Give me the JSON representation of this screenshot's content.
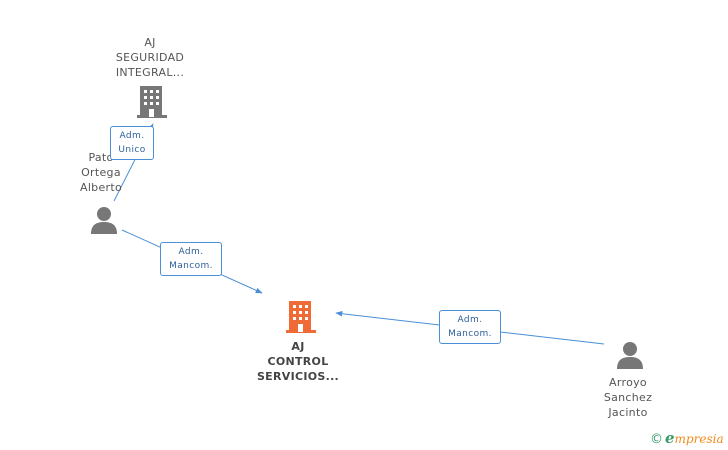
{
  "nodes": {
    "company_top": {
      "lines": [
        "AJ",
        "SEGURIDAD",
        "INTEGRAL..."
      ],
      "icon": "building-icon",
      "color": "#777777"
    },
    "person_pato": {
      "lines": [
        "Pato",
        "Ortega",
        "Alberto"
      ],
      "icon": "person-icon",
      "color": "#777777"
    },
    "company_center": {
      "lines": [
        "AJ",
        "CONTROL",
        "SERVICIOS..."
      ],
      "icon": "building-icon",
      "color": "#f06a35"
    },
    "person_arroyo": {
      "lines": [
        "Arroyo",
        "Sanchez",
        "Jacinto"
      ],
      "icon": "person-icon",
      "color": "#777777"
    }
  },
  "edges": [
    {
      "from": "person_pato",
      "to": "company_top",
      "label": [
        "Adm.",
        "Unico"
      ]
    },
    {
      "from": "person_pato",
      "to": "company_center",
      "label": [
        "Adm.",
        "Mancom."
      ]
    },
    {
      "from": "person_arroyo",
      "to": "company_center",
      "label": [
        "Adm.",
        "Mancom."
      ]
    }
  ],
  "colors": {
    "edge": "#4a8fd8"
  },
  "brand": {
    "copyright": "©",
    "initial": "e",
    "rest": "mpresia"
  }
}
